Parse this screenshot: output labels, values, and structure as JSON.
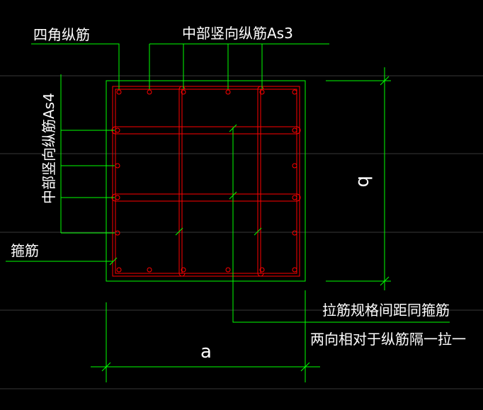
{
  "labels": {
    "corner_bars": "四角纵筋",
    "middle_vertical_bars_top": "中部竖向纵筋As3",
    "middle_vertical_bars_side": "中部竖向纵筋As4",
    "stirrup": "箍筋",
    "tie_bar_line1": "拉筋规格间距同箍筋",
    "tie_bar_line2": "两向相对于纵筋隔一拉一",
    "dim_width": "a",
    "dim_height": "b"
  },
  "colors": {
    "background": "#000000",
    "grid_line": "#c8c8c8",
    "leader_line": "#00ff00",
    "rebar": "#ff0000",
    "text": "#ffffff"
  }
}
